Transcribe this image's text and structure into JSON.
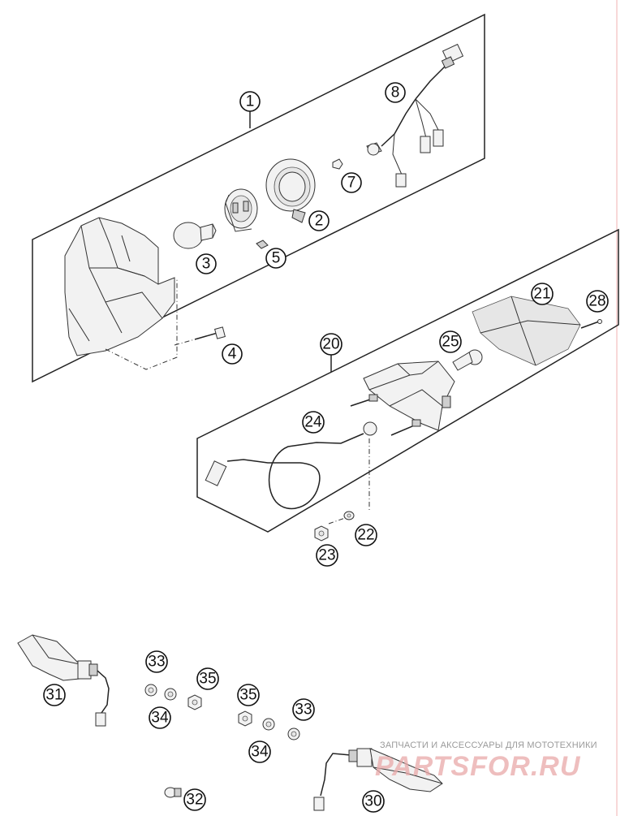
{
  "callouts": [
    {
      "id": "1",
      "label": "1"
    },
    {
      "id": "2",
      "label": "2"
    },
    {
      "id": "3",
      "label": "3"
    },
    {
      "id": "4",
      "label": "4"
    },
    {
      "id": "5",
      "label": "5"
    },
    {
      "id": "7",
      "label": "7"
    },
    {
      "id": "8",
      "label": "8"
    },
    {
      "id": "20",
      "label": "20"
    },
    {
      "id": "21",
      "label": "21"
    },
    {
      "id": "22",
      "label": "22"
    },
    {
      "id": "23",
      "label": "23"
    },
    {
      "id": "24",
      "label": "24"
    },
    {
      "id": "25",
      "label": "25"
    },
    {
      "id": "28",
      "label": "28"
    },
    {
      "id": "30",
      "label": "30"
    },
    {
      "id": "31",
      "label": "31"
    },
    {
      "id": "32",
      "label": "32"
    },
    {
      "id": "33a",
      "label": "33"
    },
    {
      "id": "33b",
      "label": "33"
    },
    {
      "id": "34a",
      "label": "34"
    },
    {
      "id": "34b",
      "label": "34"
    },
    {
      "id": "35a",
      "label": "35"
    },
    {
      "id": "35b",
      "label": "35"
    }
  ],
  "watermark": {
    "tagline": "ЗАПЧАСТИ И АКСЕССУАРЫ ДЛЯ МОТОТЕХНИКИ",
    "logo": "PARTSFOR.RU"
  }
}
